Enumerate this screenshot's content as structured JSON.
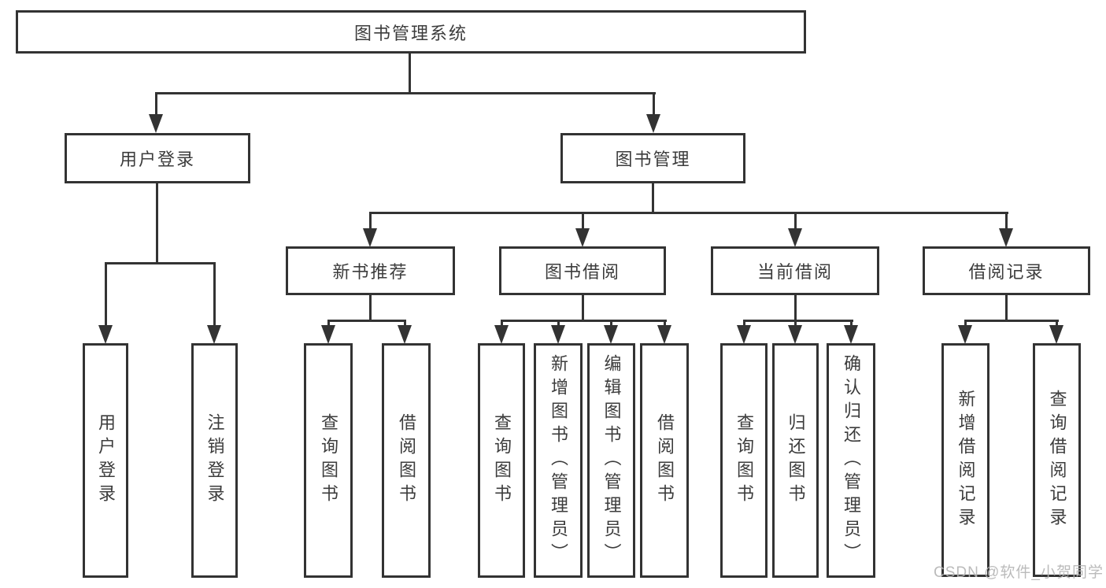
{
  "diagram": {
    "root": {
      "label": "图书管理系统"
    },
    "branches": [
      {
        "label": "用户登录",
        "children": [
          {
            "label": "用户登录"
          },
          {
            "label": "注销登录"
          }
        ]
      },
      {
        "label": "图书管理",
        "children": [
          {
            "label": "新书推荐",
            "children": [
              {
                "label": "查询图书"
              },
              {
                "label": "借阅图书"
              }
            ]
          },
          {
            "label": "图书借阅",
            "children": [
              {
                "label": "查询图书"
              },
              {
                "label": "新增图书（管理员）"
              },
              {
                "label": "编辑图书（管理员）"
              },
              {
                "label": "借阅图书"
              }
            ]
          },
          {
            "label": "当前借阅",
            "children": [
              {
                "label": "查询图书"
              },
              {
                "label": "归还图书"
              },
              {
                "label": "确认归还（管理员）"
              }
            ]
          },
          {
            "label": "借阅记录",
            "children": [
              {
                "label": "新增借阅记录"
              },
              {
                "label": "查询借阅记录"
              }
            ]
          }
        ]
      }
    ]
  },
  "watermark": {
    "text": "CSDN @软件_小贺同学"
  },
  "colors": {
    "line": "#333333",
    "text": "#3c3c3c",
    "watermark": "#b4b4b4",
    "background": "#ffffff"
  }
}
